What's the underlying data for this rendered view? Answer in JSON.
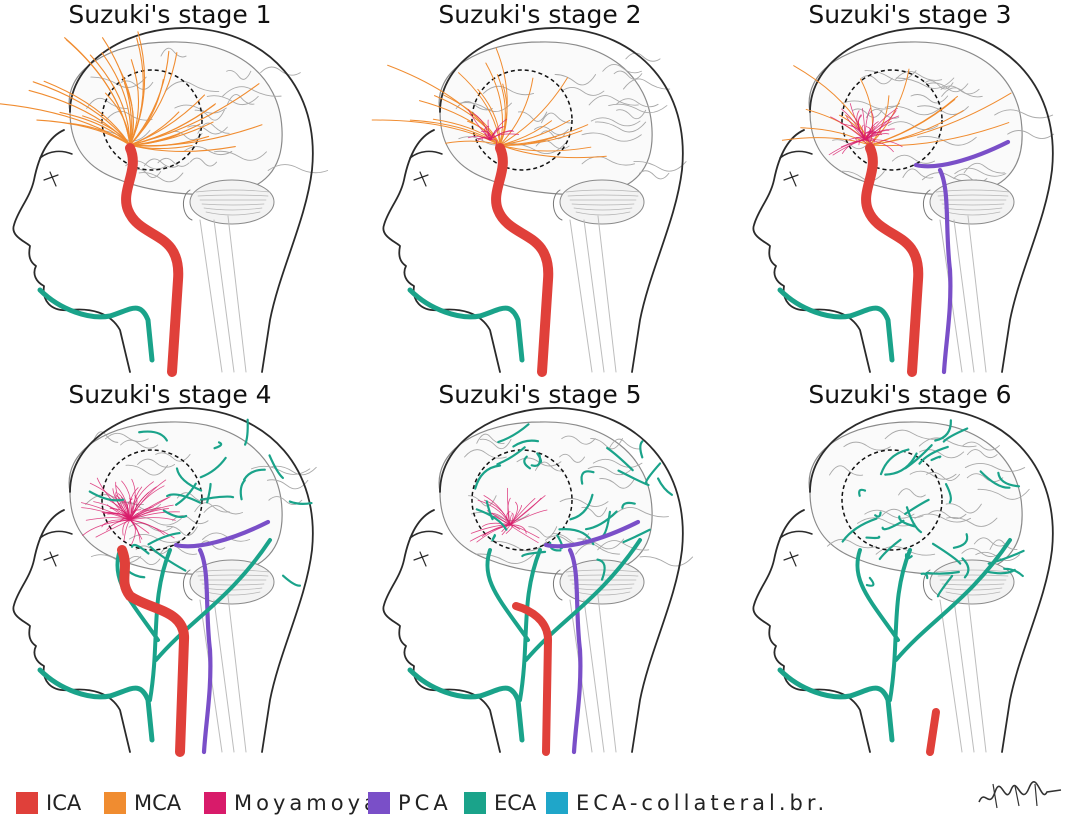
{
  "panels": [
    {
      "title": "Suzuki's stage 1",
      "stage": 1
    },
    {
      "title": "Suzuki's stage 2",
      "stage": 2
    },
    {
      "title": "Suzuki's stage 3",
      "stage": 3
    },
    {
      "title": "Suzuki's stage 4",
      "stage": 4
    },
    {
      "title": "Suzuki's stage 5",
      "stage": 5
    },
    {
      "title": "Suzuki's stage 6",
      "stage": 6
    }
  ],
  "legend": [
    {
      "label": "ICA",
      "color": "#e0403a"
    },
    {
      "label": "MCA",
      "color": "#f08c30"
    },
    {
      "label": "Moyamoya",
      "color": "#d81b6a"
    },
    {
      "label": "PCA",
      "color": "#7a4fc8"
    },
    {
      "label": "ECA",
      "color": "#1aa38a"
    },
    {
      "label": "ECA-collateral.br.",
      "color": "#1fa6c9"
    }
  ],
  "colors": {
    "outline": "#2b2b2b",
    "brain_line": "#8a8a8a",
    "circle": "#111111"
  }
}
